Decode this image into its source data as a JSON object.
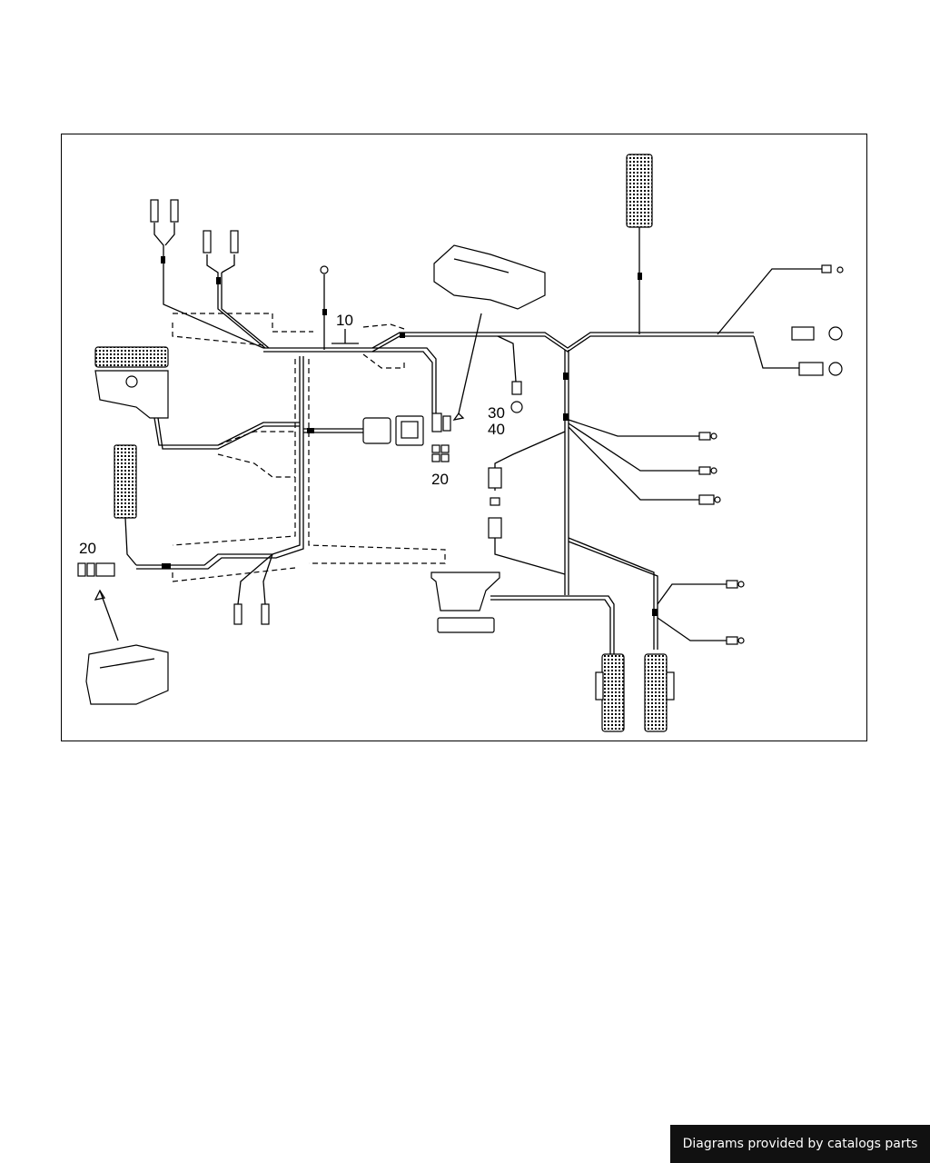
{
  "callouts": {
    "top_center": "10",
    "relay_upper": "30",
    "relay_lower": "40",
    "fuse_center": "20",
    "fuse_left": "20"
  },
  "footer": {
    "credit": "Diagrams provided by catalogs parts"
  },
  "colors": {
    "line": "#000000",
    "background": "#ffffff",
    "footer_bg": "#111111",
    "footer_text": "#ffffff"
  }
}
